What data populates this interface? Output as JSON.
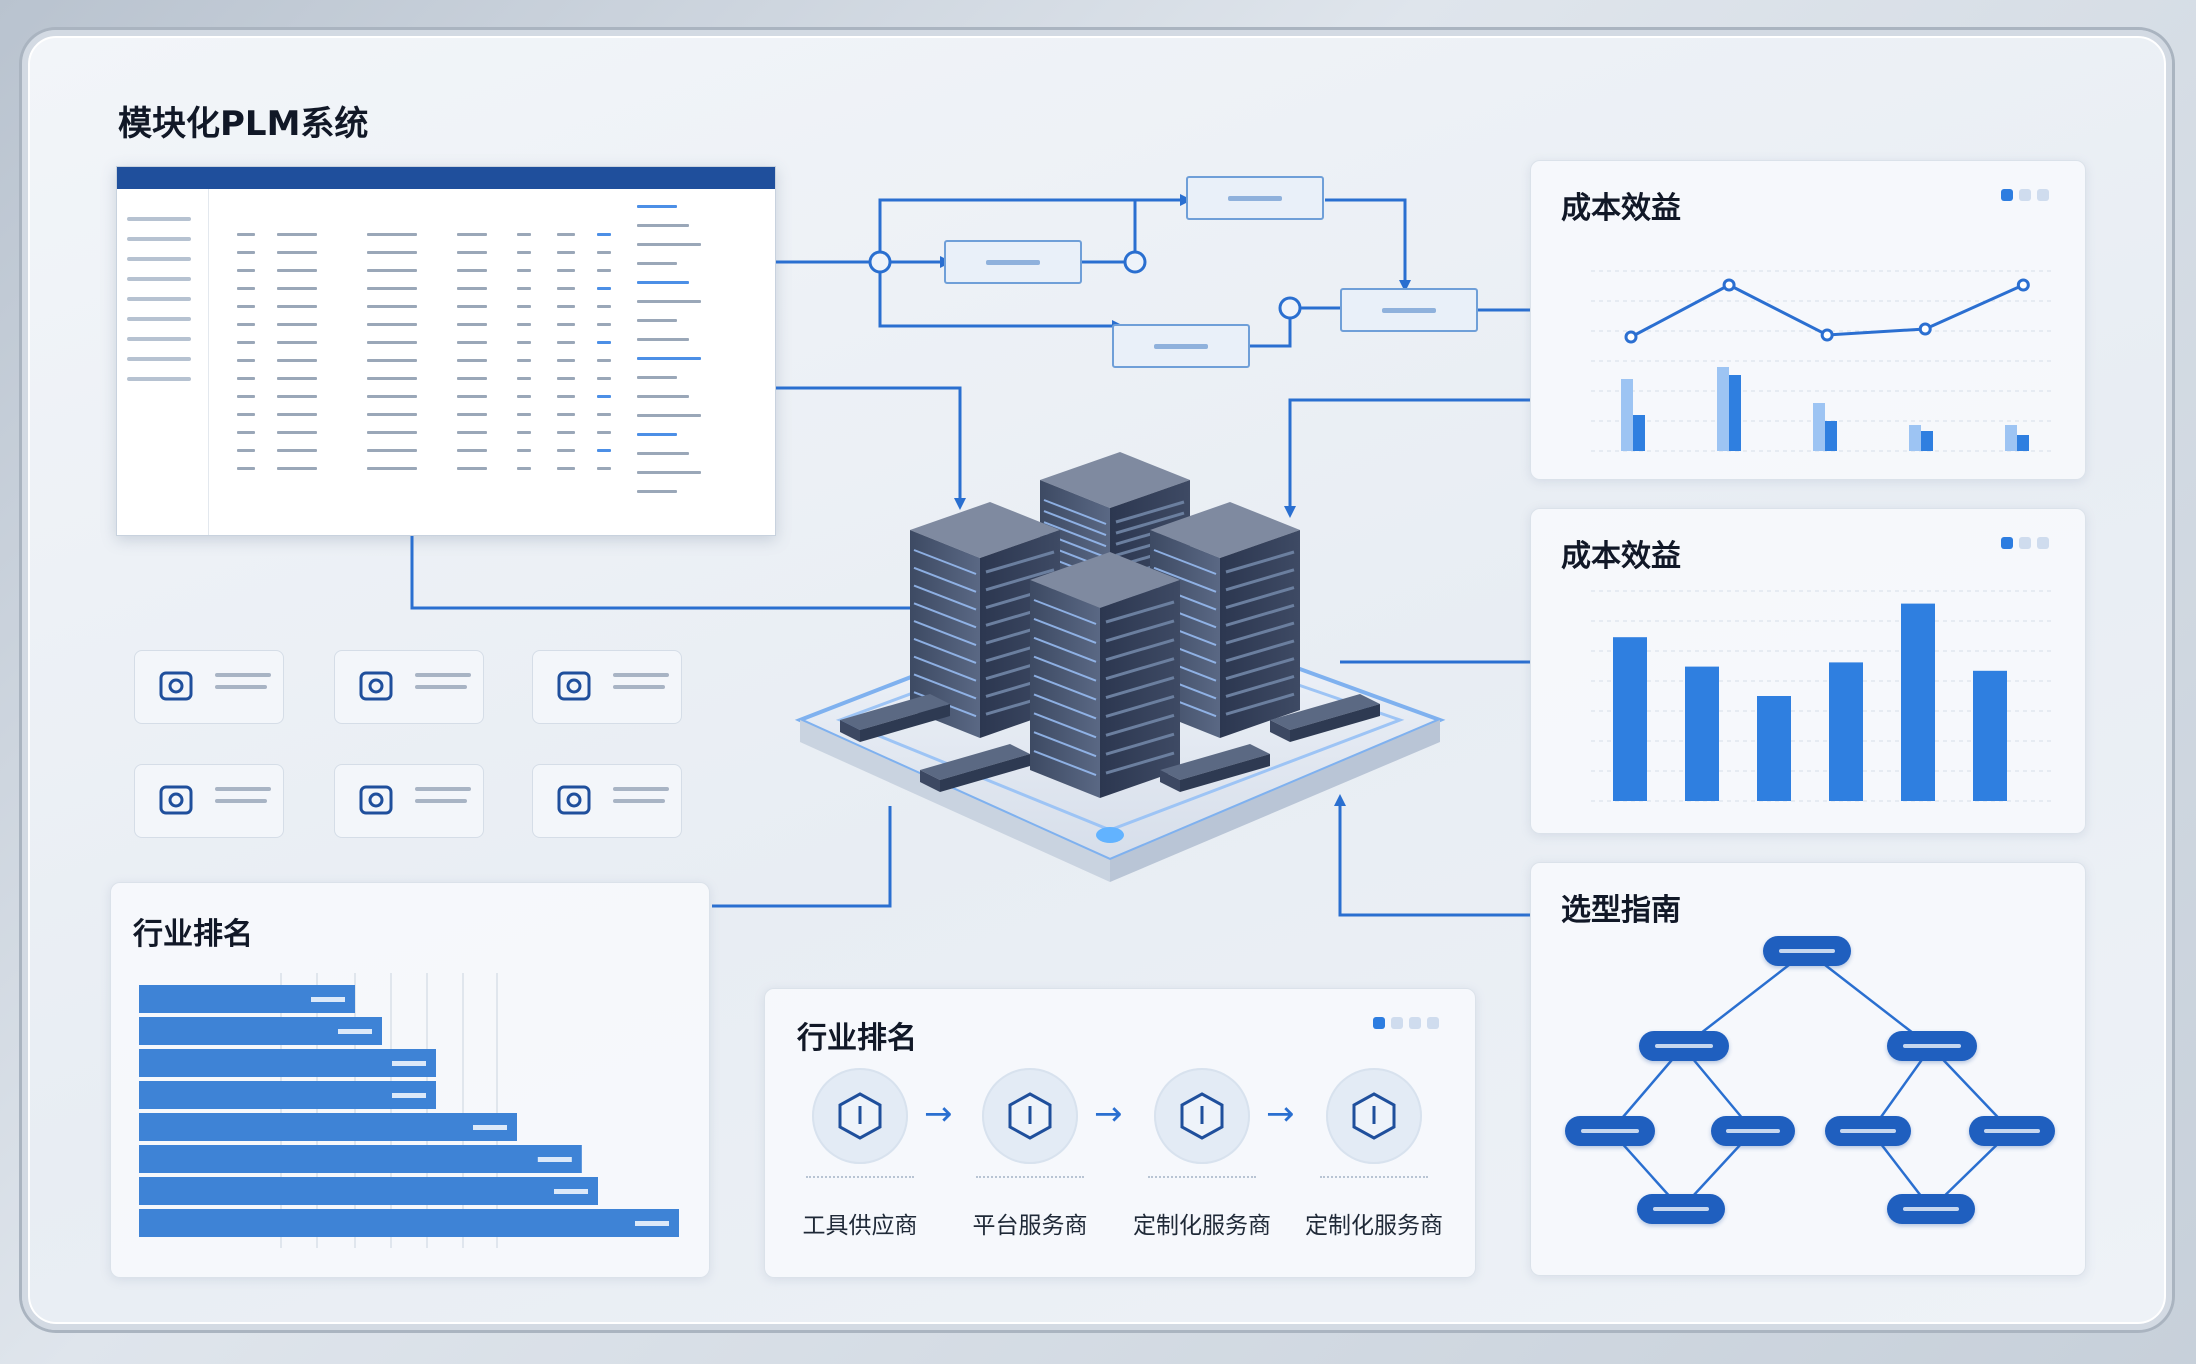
{
  "page": {
    "title": "模块化PLM系统"
  },
  "cost_card_1": {
    "title": "成本效益",
    "chart_data": {
      "type": "bar",
      "categories": [
        "",
        "",
        "",
        "",
        ""
      ],
      "series": [
        {
          "values": [
            36,
            42,
            24,
            13,
            13
          ]
        },
        {
          "values": [
            18,
            38,
            15,
            10,
            8
          ]
        },
        {
          "values": [
            42,
            68,
            43,
            46,
            68
          ]
        }
      ]
    }
  },
  "cost_card_2": {
    "title": "成本效益",
    "chart_data": {
      "type": "bar",
      "categories": [
        "",
        "",
        "",
        "",
        "",
        ""
      ],
      "values": [
        78,
        64,
        50,
        66,
        94,
        62
      ]
    }
  },
  "ranking_card_1": {
    "title": "行业排名",
    "chart_data": {
      "type": "bar",
      "categories": [
        "",
        "",
        "",
        "",
        "",
        "",
        "",
        ""
      ],
      "values": [
        40,
        45,
        55,
        55,
        70,
        82,
        85,
        100
      ]
    }
  },
  "ranking_card_2": {
    "title": "行业排名",
    "steps": [
      {
        "label": "工具供应商",
        "icon": "hexagon-info-icon"
      },
      {
        "label": "平台服务商",
        "icon": "user-service-icon"
      },
      {
        "label": "定制化服务商",
        "icon": "document-list-icon"
      },
      {
        "label": "定制化服务商",
        "icon": "gear-puzzle-icon"
      }
    ]
  },
  "guide_card": {
    "title": "选型指南"
  },
  "colors": {
    "accent": "#1f5fbf",
    "bar_blue": "#2f7fe0",
    "line_blue": "#2b6fd1"
  },
  "tiles": [
    {
      "icon": "book-icon"
    },
    {
      "icon": "shield-check-icon"
    },
    {
      "icon": "bag-lock-icon"
    },
    {
      "icon": "clipboard-icon"
    },
    {
      "icon": "target-icon"
    },
    {
      "icon": "gear-icon"
    }
  ]
}
